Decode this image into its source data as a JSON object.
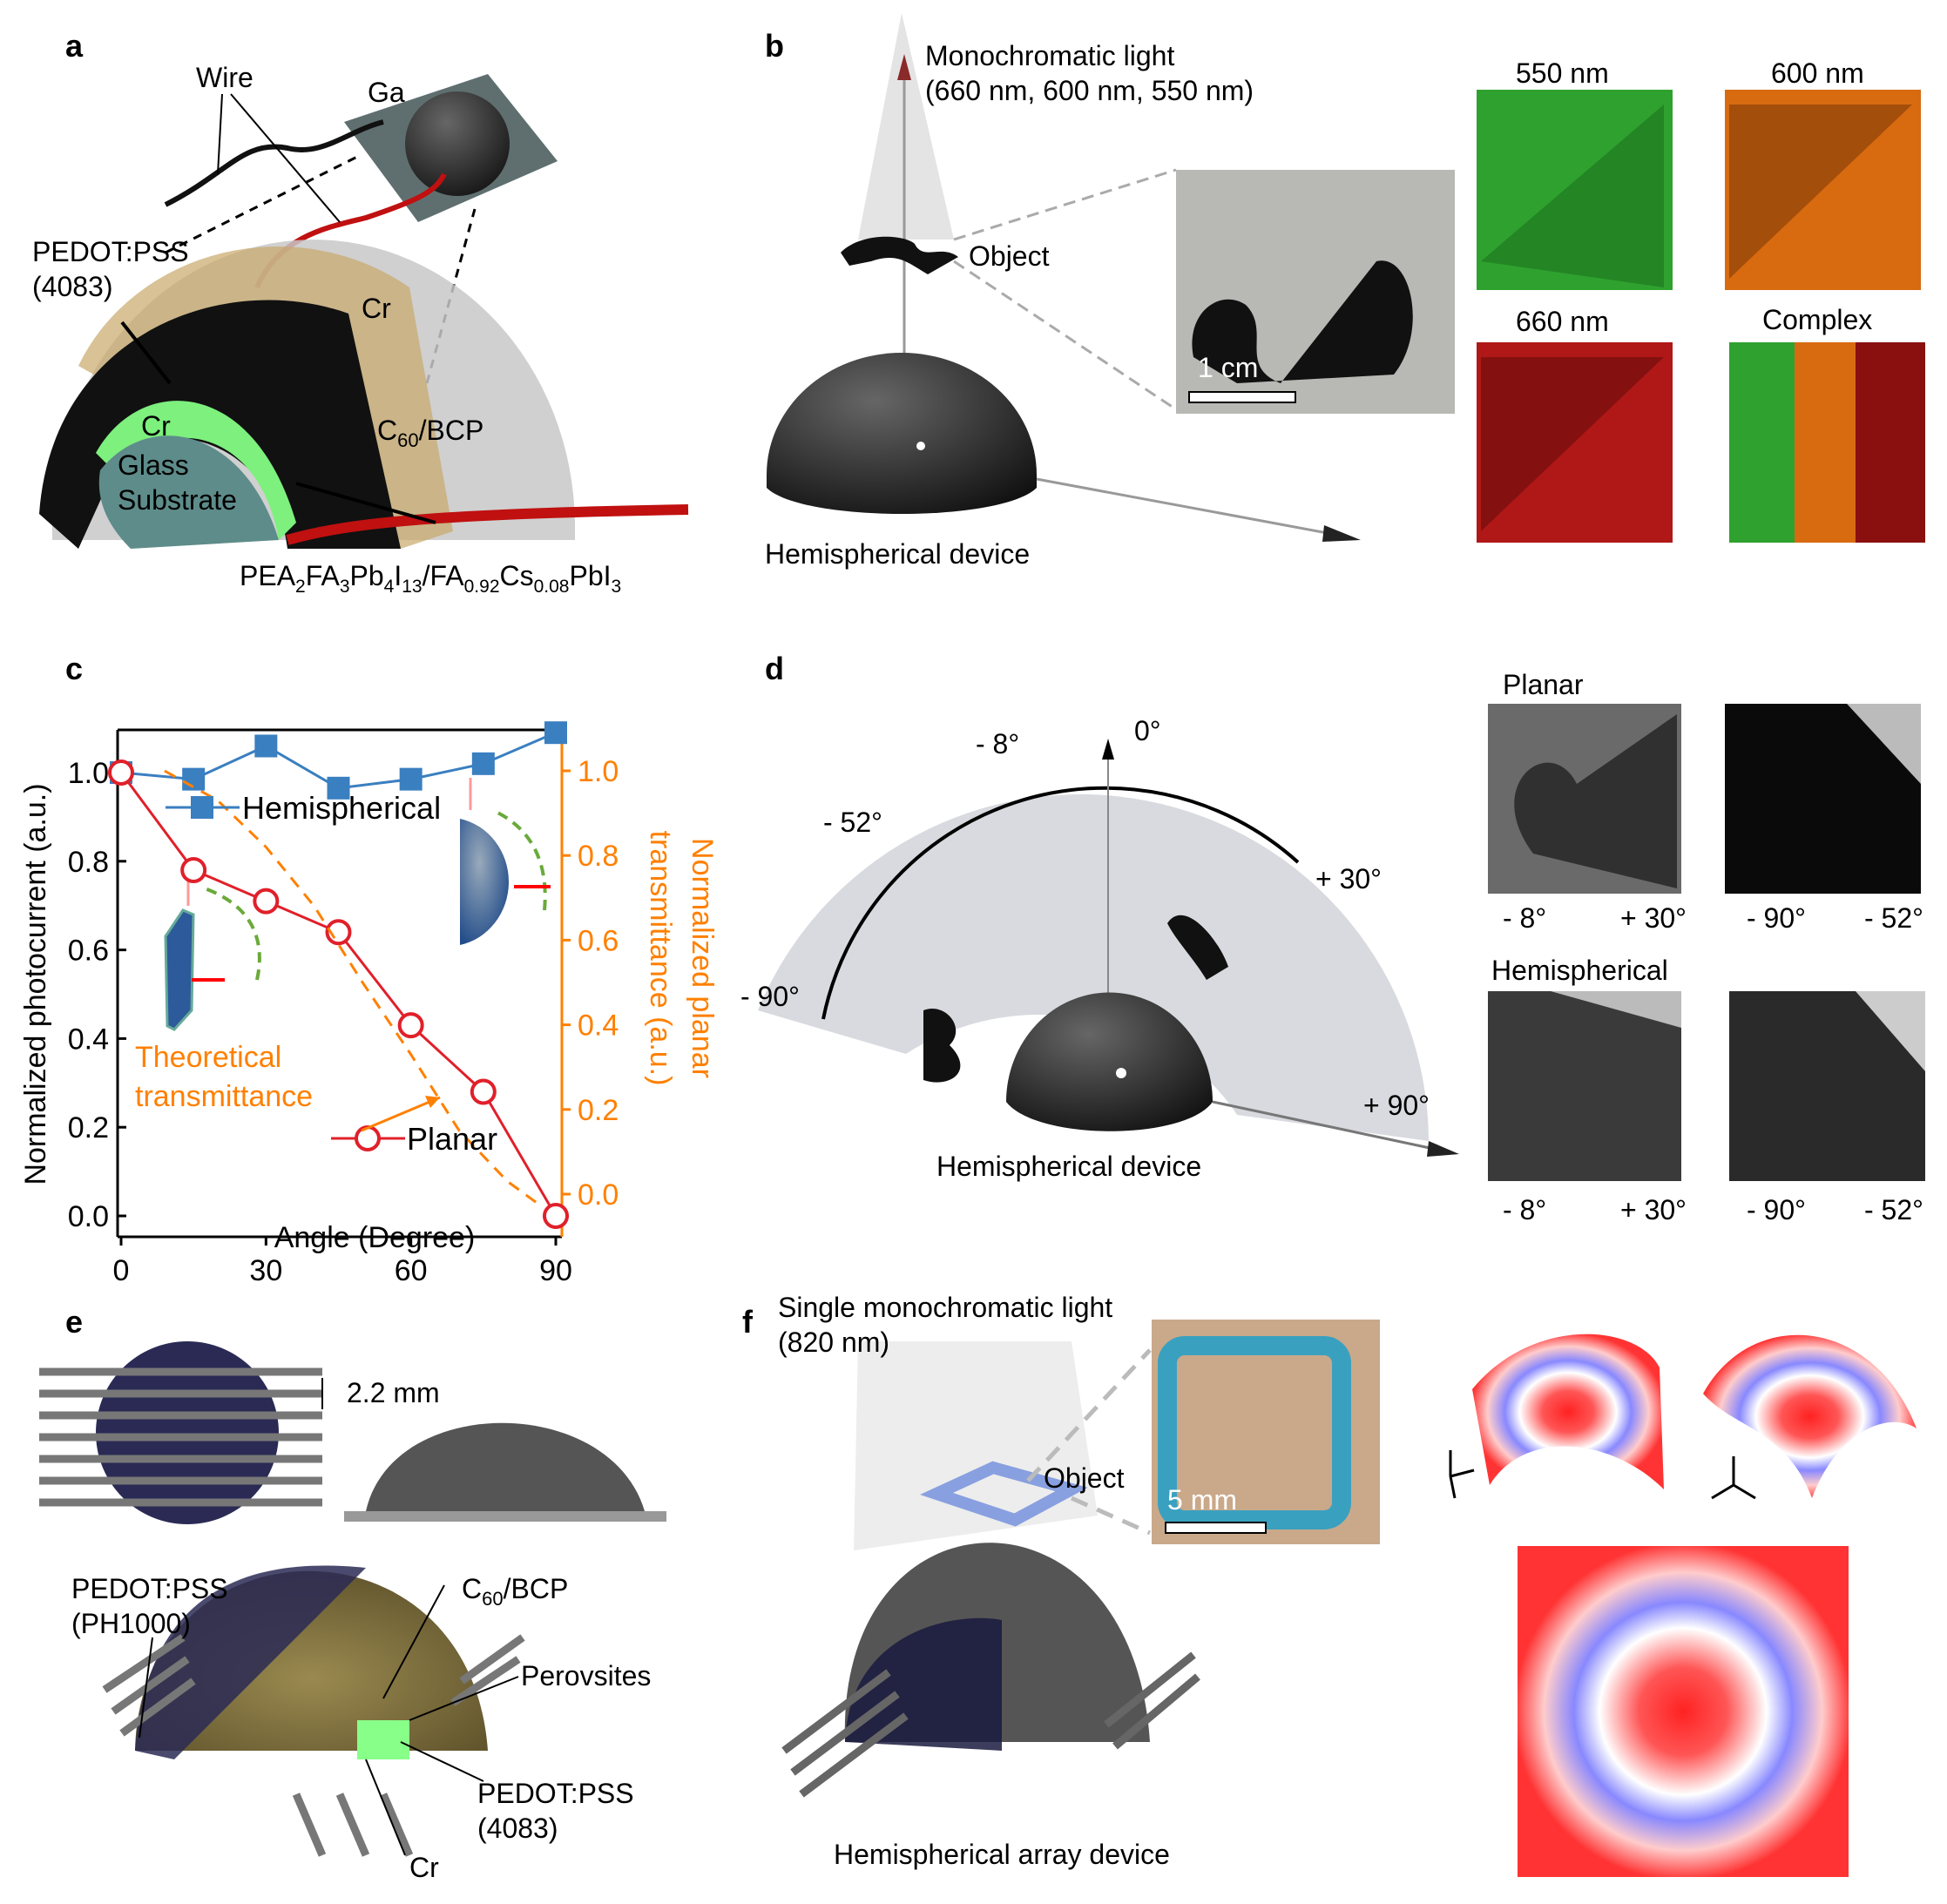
{
  "panels": {
    "a": {
      "label": "a",
      "wire": "Wire",
      "ga": "Ga",
      "pedot": "PEDOT:PSS",
      "pedot_sub": "(4083)",
      "cr_top": "Cr",
      "cr_inner": "Cr",
      "c60": "C",
      "c60_sub": "60",
      "c60_rest": "/BCP",
      "glass": "Glass",
      "substrate": "Substrate",
      "formula_parts": [
        "PEA",
        "2",
        "FA",
        "3",
        "Pb",
        "4",
        "I",
        "13",
        "/FA",
        "0.92",
        "Cs",
        "0.08",
        "PbI",
        "3"
      ]
    },
    "b": {
      "label": "b",
      "light_line1": "Monochromatic light",
      "light_line2": "(660 nm, 600 nm, 550 nm)",
      "object": "Object",
      "device": "Hemispherical device",
      "scale": "1 cm",
      "images": [
        "550 nm",
        "600 nm",
        "660 nm",
        "Complex"
      ],
      "colors": {
        "green": "#2fa12f",
        "orange": "#d86a10",
        "red": "#b01818"
      }
    },
    "c": {
      "label": "c"
    },
    "d": {
      "label": "d",
      "angles": [
        "- 8°",
        "0°",
        "- 52°",
        "+ 30°",
        "- 90°",
        "+ 90°"
      ],
      "device": "Hemispherical device",
      "planar": "Planar",
      "hemispherical": "Hemispherical",
      "image_labels": [
        "- 8°",
        "+ 30°",
        "- 90°",
        "- 52°"
      ]
    },
    "e": {
      "label": "e",
      "dimension": "2.2 mm",
      "pedot_ph": "PEDOT:PSS",
      "pedot_ph_sub": "(PH1000)",
      "c60": "C",
      "c60_sub": "60",
      "c60_rest": "/BCP",
      "perovsites": "Perovsites",
      "pedot_4083": "PEDOT:PSS",
      "pedot_4083_sub": "(4083)",
      "cr": "Cr"
    },
    "f": {
      "label": "f",
      "light_line1": "Single monochromatic light",
      "light_line2": "(820 nm)",
      "object": "Object",
      "scale": "5 mm",
      "device": "Hemispherical array device"
    }
  },
  "chart_data": {
    "type": "line",
    "xlabel": "Angle (Degree)",
    "ylabel": "Normalized photocurrent (a.u.)",
    "y2label_line1": "Normalized planar",
    "y2label_line2": "transmittance (a.u.)",
    "x_ticks": [
      0,
      30,
      60,
      90
    ],
    "y_ticks": [
      "0.0",
      "0.2",
      "0.4",
      "0.6",
      "0.8",
      "1.0"
    ],
    "y2_ticks": [
      "0.0",
      "0.2",
      "0.4",
      "0.6",
      "0.8",
      "1.0"
    ],
    "xlim": [
      0,
      90
    ],
    "ylim": [
      -0.03,
      1.1
    ],
    "y2lim": [
      -0.06,
      1.1
    ],
    "annotation_line1": "Theoretical",
    "annotation_line2": "transmittance",
    "series": [
      {
        "name": "Hemispherical",
        "color": "#3a7fc0",
        "marker": "square",
        "x": [
          0,
          15,
          30,
          45,
          60,
          75,
          90
        ],
        "values": [
          1.0,
          0.985,
          1.06,
          0.965,
          0.985,
          1.02,
          1.09
        ]
      },
      {
        "name": "Planar",
        "color": "#e0202a",
        "marker": "open-circle",
        "x": [
          0,
          15,
          30,
          45,
          60,
          75,
          90
        ],
        "values": [
          1.0,
          0.78,
          0.71,
          0.64,
          0.43,
          0.28,
          0.0
        ]
      },
      {
        "name": "Theoretical transmittance",
        "color": "#ff8000",
        "axis": "right",
        "style": "dashed",
        "x": [
          9,
          20,
          30,
          40,
          50,
          60,
          70,
          80,
          86
        ],
        "values": [
          1.0,
          0.93,
          0.82,
          0.68,
          0.5,
          0.33,
          0.15,
          0.03,
          -0.02
        ]
      }
    ]
  }
}
